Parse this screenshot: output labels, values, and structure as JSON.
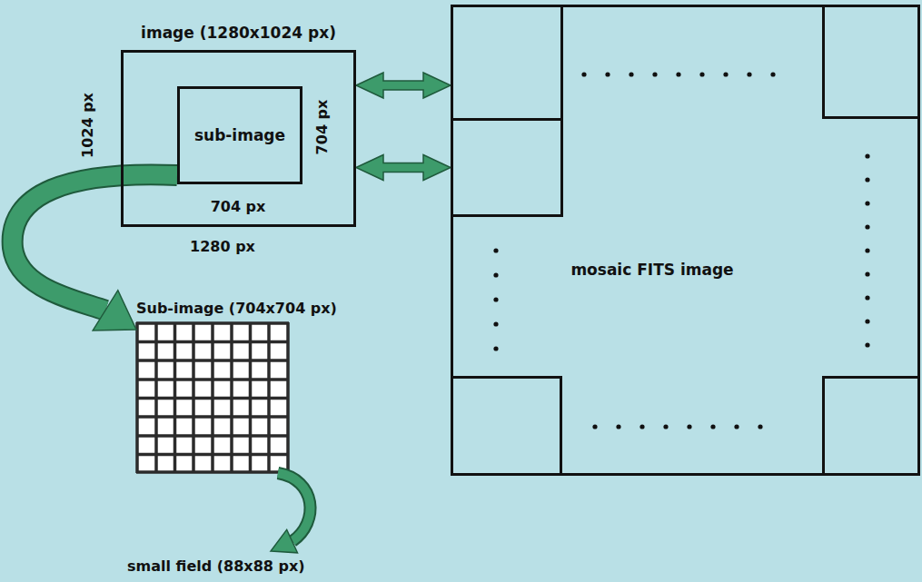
{
  "diagram": {
    "nodes": [
      {
        "text": [
          "image (1280x1024 px)"
        ]
      },
      {
        "text": [
          "sub-image"
        ],
        "in": 0
      },
      {
        "text": [
          "mosaic FITS image"
        ]
      },
      {
        "text": [],
        "in": 2
      },
      {
        "text": [],
        "in": 2
      },
      {
        "text": [
          "Sub-image (704x704 px)"
        ]
      }
    ],
    "edges": [
      {
        "from": 0,
        "to": 3,
        "arrow": "both"
      },
      {
        "from": 0,
        "to": 4,
        "arrow": "both"
      },
      {
        "from": 1,
        "to": 5,
        "arrow": "to"
      }
    ],
    "labels": [
      "1024 px",
      "704 px",
      "704 px",
      "1280 px",
      "small field (88x88 px)"
    ]
  }
}
